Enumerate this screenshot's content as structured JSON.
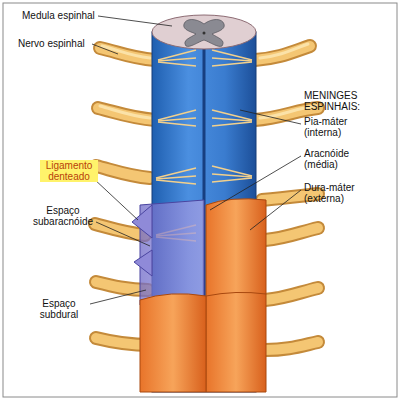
{
  "diagram": {
    "labels": [
      "Medula espinhal",
      "Nervo espinhal",
      "MENINGES ESPINHAIS:",
      "Pia-máter (interna)",
      "Aracnóide (média)",
      "Dura-máter (externa)",
      "Ligamento denteado",
      "Espaço subaracnóide",
      "Espaço subdural"
    ]
  }
}
